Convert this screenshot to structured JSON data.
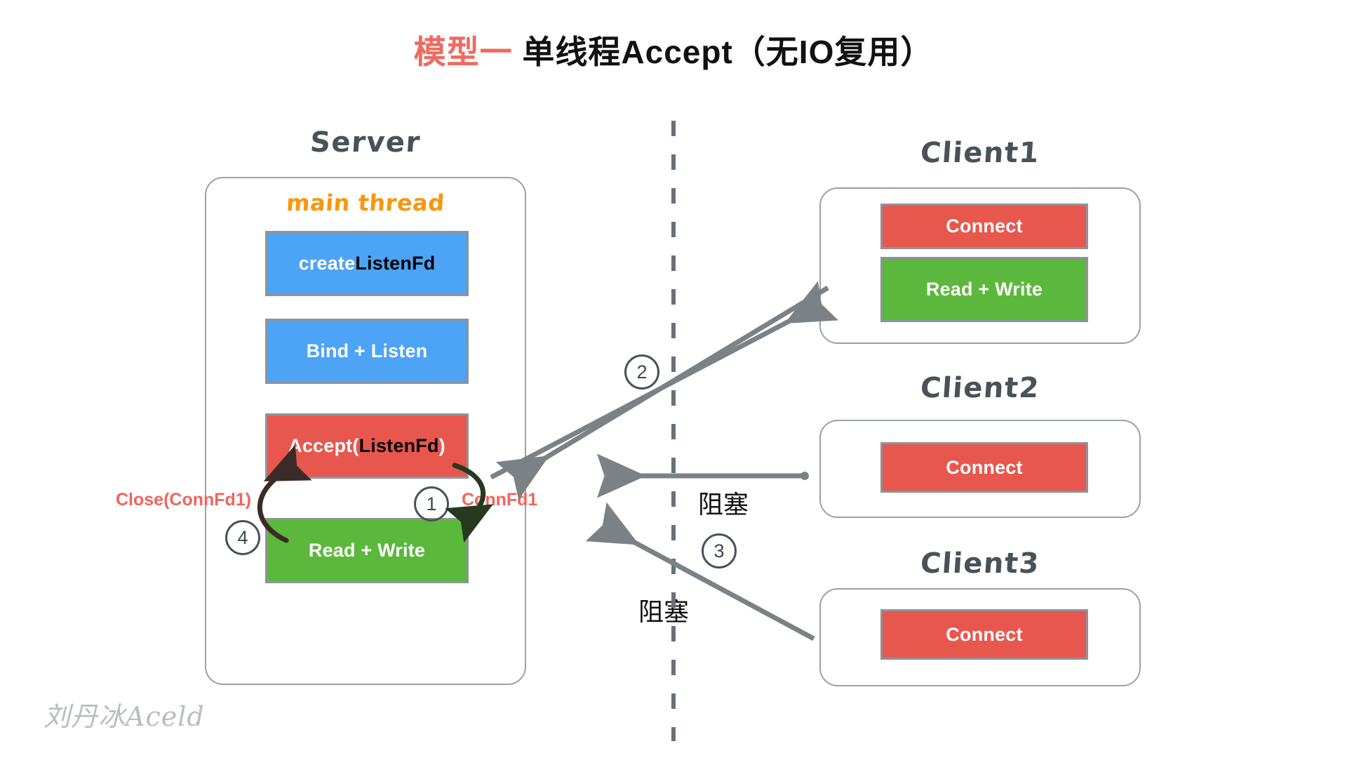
{
  "title": {
    "accent": "模型一",
    "plain": " 单线程Accept（无IO复用）",
    "accent_color": "#ef6a60"
  },
  "server": {
    "heading": "Server",
    "thread_label": "main thread",
    "blocks": [
      {
        "label_white": "create ",
        "label_dark": "ListenFd",
        "label_tail": "",
        "color": "#4da3f5"
      },
      {
        "label_white": "Bind + Listen",
        "label_dark": "",
        "label_tail": "",
        "color": "#4da3f5"
      },
      {
        "label_white": "Accept(",
        "label_dark": "ListenFd",
        "label_tail": ")",
        "color": "#e8574d"
      },
      {
        "label_white": "Read + Write",
        "label_dark": "",
        "label_tail": "",
        "color": "#5cb83c"
      }
    ],
    "annotations": {
      "close_connfd": "Close(ConnFd1)",
      "connfd": "ConnFd1",
      "annotation_color": "#f0645c"
    },
    "steps": {
      "accept_to_read": "1",
      "read_to_accept": "4"
    }
  },
  "clients": [
    {
      "heading": "Client1",
      "blocks": [
        {
          "label": "Connect",
          "color": "#e8574d"
        },
        {
          "label": "Read + Write",
          "color": "#5cb83c"
        }
      ]
    },
    {
      "heading": "Client2",
      "blocks": [
        {
          "label": "Connect",
          "color": "#e8574d"
        }
      ]
    },
    {
      "heading": "Client3",
      "blocks": [
        {
          "label": "Connect",
          "color": "#e8574d"
        }
      ]
    }
  ],
  "flow": {
    "step_client1": "2",
    "step_client3": "3",
    "blocked_client2": "阻塞",
    "blocked_client3": "阻塞"
  },
  "watermark": "刘丹冰Aceld"
}
